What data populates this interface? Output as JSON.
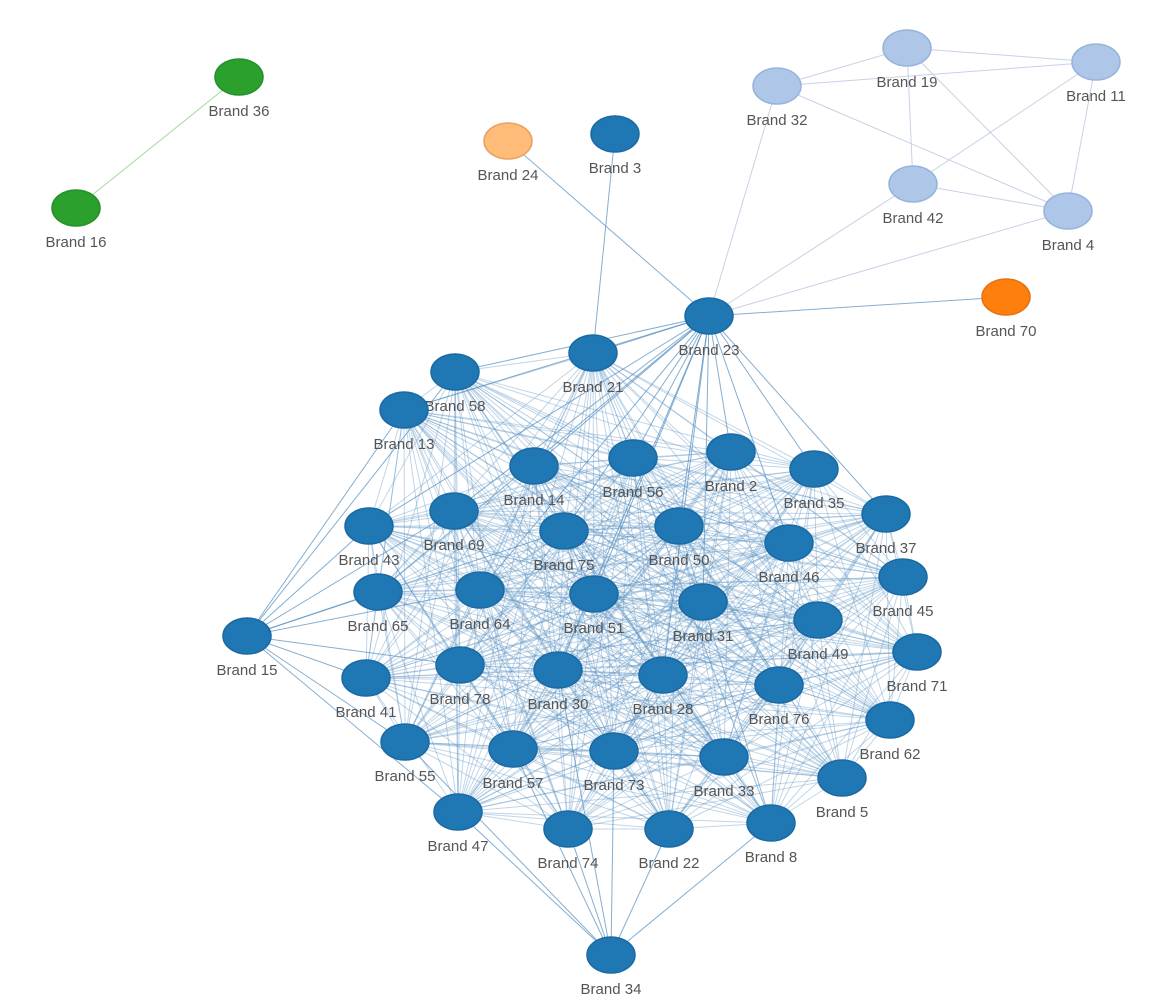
{
  "colors": {
    "cluster_main": "#1f77b4",
    "cluster_main_stroke": "#1a6aa3",
    "cluster_light": "#aec7e8",
    "cluster_light_stroke": "#95b3db",
    "cluster_green": "#2ca02c",
    "cluster_green_stroke": "#24902a",
    "cluster_peach": "#ffbb78",
    "cluster_peach_stroke": "#e8a060",
    "cluster_orange": "#ff7f0e",
    "cluster_orange_stroke": "#e87010",
    "edge_main": "#5b93c2",
    "edge_light": "#c0cde2",
    "edge_green": "#98d594",
    "label": "#555555"
  },
  "nodes": [
    {
      "id": "b36",
      "label": "Brand 36",
      "group": "green"
    },
    {
      "id": "b16",
      "label": "Brand 16",
      "group": "green"
    },
    {
      "id": "b24",
      "label": "Brand 24",
      "group": "peach"
    },
    {
      "id": "b3",
      "label": "Brand 3",
      "group": "main"
    },
    {
      "id": "b32",
      "label": "Brand 32",
      "group": "light"
    },
    {
      "id": "b19",
      "label": "Brand 19",
      "group": "light"
    },
    {
      "id": "b11",
      "label": "Brand 11",
      "group": "light"
    },
    {
      "id": "b42",
      "label": "Brand 42",
      "group": "light"
    },
    {
      "id": "b4",
      "label": "Brand 4",
      "group": "light"
    },
    {
      "id": "b70",
      "label": "Brand 70",
      "group": "orange"
    },
    {
      "id": "b23",
      "label": "Brand 23",
      "group": "main"
    },
    {
      "id": "b21",
      "label": "Brand 21",
      "group": "main"
    },
    {
      "id": "b58",
      "label": "Brand 58",
      "group": "main"
    },
    {
      "id": "b13",
      "label": "Brand 13",
      "group": "main"
    },
    {
      "id": "b14",
      "label": "Brand 14",
      "group": "main"
    },
    {
      "id": "b56",
      "label": "Brand 56",
      "group": "main"
    },
    {
      "id": "b2",
      "label": "Brand 2",
      "group": "main"
    },
    {
      "id": "b35",
      "label": "Brand 35",
      "group": "main"
    },
    {
      "id": "b37",
      "label": "Brand 37",
      "group": "main"
    },
    {
      "id": "b43",
      "label": "Brand 43",
      "group": "main"
    },
    {
      "id": "b69",
      "label": "Brand 69",
      "group": "main"
    },
    {
      "id": "b75",
      "label": "Brand 75",
      "group": "main"
    },
    {
      "id": "b50",
      "label": "Brand 50",
      "group": "main"
    },
    {
      "id": "b46",
      "label": "Brand 46",
      "group": "main"
    },
    {
      "id": "b45",
      "label": "Brand 45",
      "group": "main"
    },
    {
      "id": "b65",
      "label": "Brand 65",
      "group": "main"
    },
    {
      "id": "b64",
      "label": "Brand 64",
      "group": "main"
    },
    {
      "id": "b51",
      "label": "Brand 51",
      "group": "main"
    },
    {
      "id": "b31",
      "label": "Brand 31",
      "group": "main"
    },
    {
      "id": "b49",
      "label": "Brand 49",
      "group": "main"
    },
    {
      "id": "b15",
      "label": "Brand 15",
      "group": "main"
    },
    {
      "id": "b71",
      "label": "Brand 71",
      "group": "main"
    },
    {
      "id": "b41",
      "label": "Brand 41",
      "group": "main"
    },
    {
      "id": "b78",
      "label": "Brand 78",
      "group": "main"
    },
    {
      "id": "b30",
      "label": "Brand 30",
      "group": "main"
    },
    {
      "id": "b28",
      "label": "Brand 28",
      "group": "main"
    },
    {
      "id": "b76",
      "label": "Brand 76",
      "group": "main"
    },
    {
      "id": "b62",
      "label": "Brand 62",
      "group": "main"
    },
    {
      "id": "b55",
      "label": "Brand 55",
      "group": "main"
    },
    {
      "id": "b57",
      "label": "Brand 57",
      "group": "main"
    },
    {
      "id": "b73",
      "label": "Brand 73",
      "group": "main"
    },
    {
      "id": "b33",
      "label": "Brand 33",
      "group": "main"
    },
    {
      "id": "b5",
      "label": "Brand 5",
      "group": "main"
    },
    {
      "id": "b47",
      "label": "Brand 47",
      "group": "main"
    },
    {
      "id": "b74",
      "label": "Brand 74",
      "group": "main"
    },
    {
      "id": "b22",
      "label": "Brand 22",
      "group": "main"
    },
    {
      "id": "b8",
      "label": "Brand 8",
      "group": "main"
    },
    {
      "id": "b34",
      "label": "Brand 34",
      "group": "main"
    }
  ],
  "edges": [
    [
      "b36",
      "b16"
    ],
    [
      "b32",
      "b19"
    ],
    [
      "b32",
      "b11"
    ],
    [
      "b32",
      "b4"
    ],
    [
      "b32",
      "b23"
    ],
    [
      "b19",
      "b11"
    ],
    [
      "b19",
      "b42"
    ],
    [
      "b19",
      "b4"
    ],
    [
      "b11",
      "b42"
    ],
    [
      "b11",
      "b4"
    ],
    [
      "b42",
      "b4"
    ],
    [
      "b42",
      "b23"
    ],
    [
      "b4",
      "b23"
    ],
    [
      "b24",
      "b23"
    ],
    [
      "b3",
      "b21"
    ],
    [
      "b70",
      "b23"
    ],
    [
      "b34",
      "b47"
    ],
    [
      "b34",
      "b74"
    ],
    [
      "b34",
      "b22"
    ],
    [
      "b34",
      "b8"
    ],
    [
      "b34",
      "b57"
    ],
    [
      "b34",
      "b73"
    ],
    [
      "b34",
      "b55"
    ],
    [
      "b34",
      "b30"
    ],
    [
      "b15",
      "b43"
    ],
    [
      "b15",
      "b65"
    ],
    [
      "b15",
      "b41"
    ],
    [
      "b15",
      "b69"
    ],
    [
      "b15",
      "b13"
    ],
    [
      "b15",
      "b55"
    ],
    [
      "b15",
      "b64"
    ],
    [
      "b15",
      "b78"
    ],
    [
      "b15",
      "b75"
    ],
    [
      "b15",
      "b47"
    ],
    [
      "b15",
      "b58"
    ],
    [
      "b23",
      "b21"
    ],
    [
      "b23",
      "b58"
    ],
    [
      "b23",
      "b13"
    ],
    [
      "b23",
      "b14"
    ],
    [
      "b23",
      "b56"
    ],
    [
      "b23",
      "b2"
    ],
    [
      "b23",
      "b35"
    ],
    [
      "b23",
      "b69"
    ],
    [
      "b23",
      "b75"
    ],
    [
      "b23",
      "b50"
    ],
    [
      "b23",
      "b46"
    ],
    [
      "b23",
      "b51"
    ],
    [
      "b23",
      "b31"
    ],
    [
      "b23",
      "b43"
    ],
    [
      "b23",
      "b64"
    ],
    [
      "b23",
      "b65"
    ],
    [
      "b23",
      "b30"
    ],
    [
      "b23",
      "b28"
    ],
    [
      "b23",
      "b37"
    ]
  ],
  "dense_cluster": [
    "b21",
    "b58",
    "b13",
    "b14",
    "b56",
    "b2",
    "b35",
    "b37",
    "b43",
    "b69",
    "b75",
    "b50",
    "b46",
    "b45",
    "b65",
    "b64",
    "b51",
    "b31",
    "b49",
    "b71",
    "b41",
    "b78",
    "b30",
    "b28",
    "b76",
    "b62",
    "b55",
    "b57",
    "b73",
    "b33",
    "b5",
    "b47",
    "b74",
    "b22",
    "b8"
  ]
}
